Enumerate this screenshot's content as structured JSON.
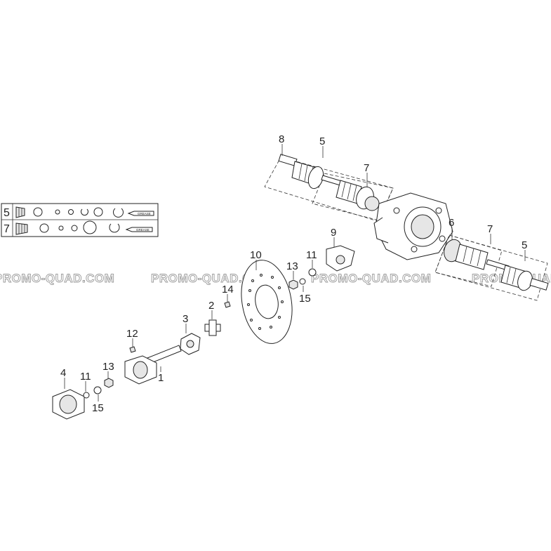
{
  "diagram": {
    "callouts": {
      "c1": "1",
      "c2": "2",
      "c3": "3",
      "c4": "4",
      "c5_upper": "5",
      "c5_lower": "5",
      "c6": "6",
      "c7_upper": "7",
      "c7_lower": "7",
      "c8": "8",
      "c9": "9",
      "c10": "10",
      "c11_upper": "11",
      "c11_lower": "11",
      "c12": "12",
      "c13_upper": "13",
      "c13_lower": "13",
      "c14": "14",
      "c15_upper": "15",
      "c15_lower": "15"
    },
    "kit_legend": {
      "row5_number": "5",
      "row7_number": "7",
      "grease_tag": "GREASE"
    },
    "watermarks": [
      "PROMO-QUAD.COM",
      "PROMO-QUAD.COM",
      "PROMO-QUAD.COM",
      "PROMO-QUAD.COM"
    ]
  },
  "colors": {
    "line": "#222222",
    "watermark": "#9a9a9a",
    "background": "#ffffff"
  }
}
